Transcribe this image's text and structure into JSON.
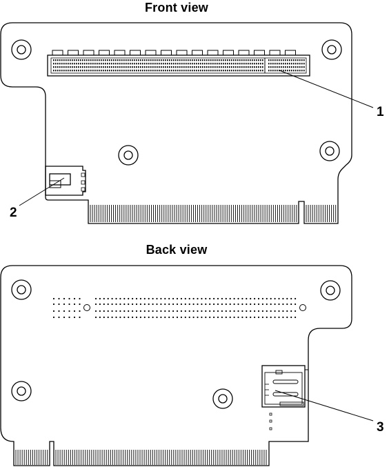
{
  "front_view": {
    "title": "Front view",
    "callouts": [
      {
        "number": "1",
        "points_to": "slot-connector"
      },
      {
        "number": "2",
        "points_to": "power-connector"
      }
    ]
  },
  "back_view": {
    "title": "Back view",
    "callouts": [
      {
        "number": "3",
        "points_to": "card-socket"
      }
    ]
  },
  "colors": {
    "line": "#000000",
    "background": "#ffffff"
  }
}
